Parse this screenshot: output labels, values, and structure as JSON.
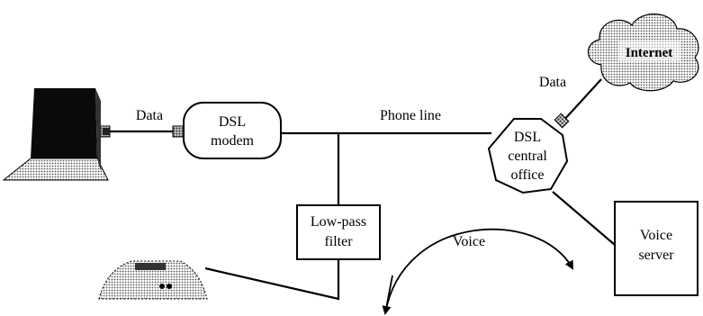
{
  "diagram": {
    "nodes": {
      "computer": {
        "icon": "laptop-icon"
      },
      "dsl_modem": {
        "line1": "DSL",
        "line2": "modem"
      },
      "lowpass_filter": {
        "line1": "Low-pass",
        "line2": "filter"
      },
      "telephone": {
        "icon": "telephone-icon"
      },
      "dsl_central_office": {
        "line1": "DSL",
        "line2": "central",
        "line3": "office"
      },
      "internet": {
        "label": "Internet",
        "icon": "cloud-icon"
      },
      "voice_server": {
        "line1": "Voice",
        "line2": "server"
      }
    },
    "edge_labels": {
      "computer_to_modem": "Data",
      "phone_line": "Phone line",
      "office_to_internet": "Data",
      "voice_path": "Voice"
    }
  }
}
